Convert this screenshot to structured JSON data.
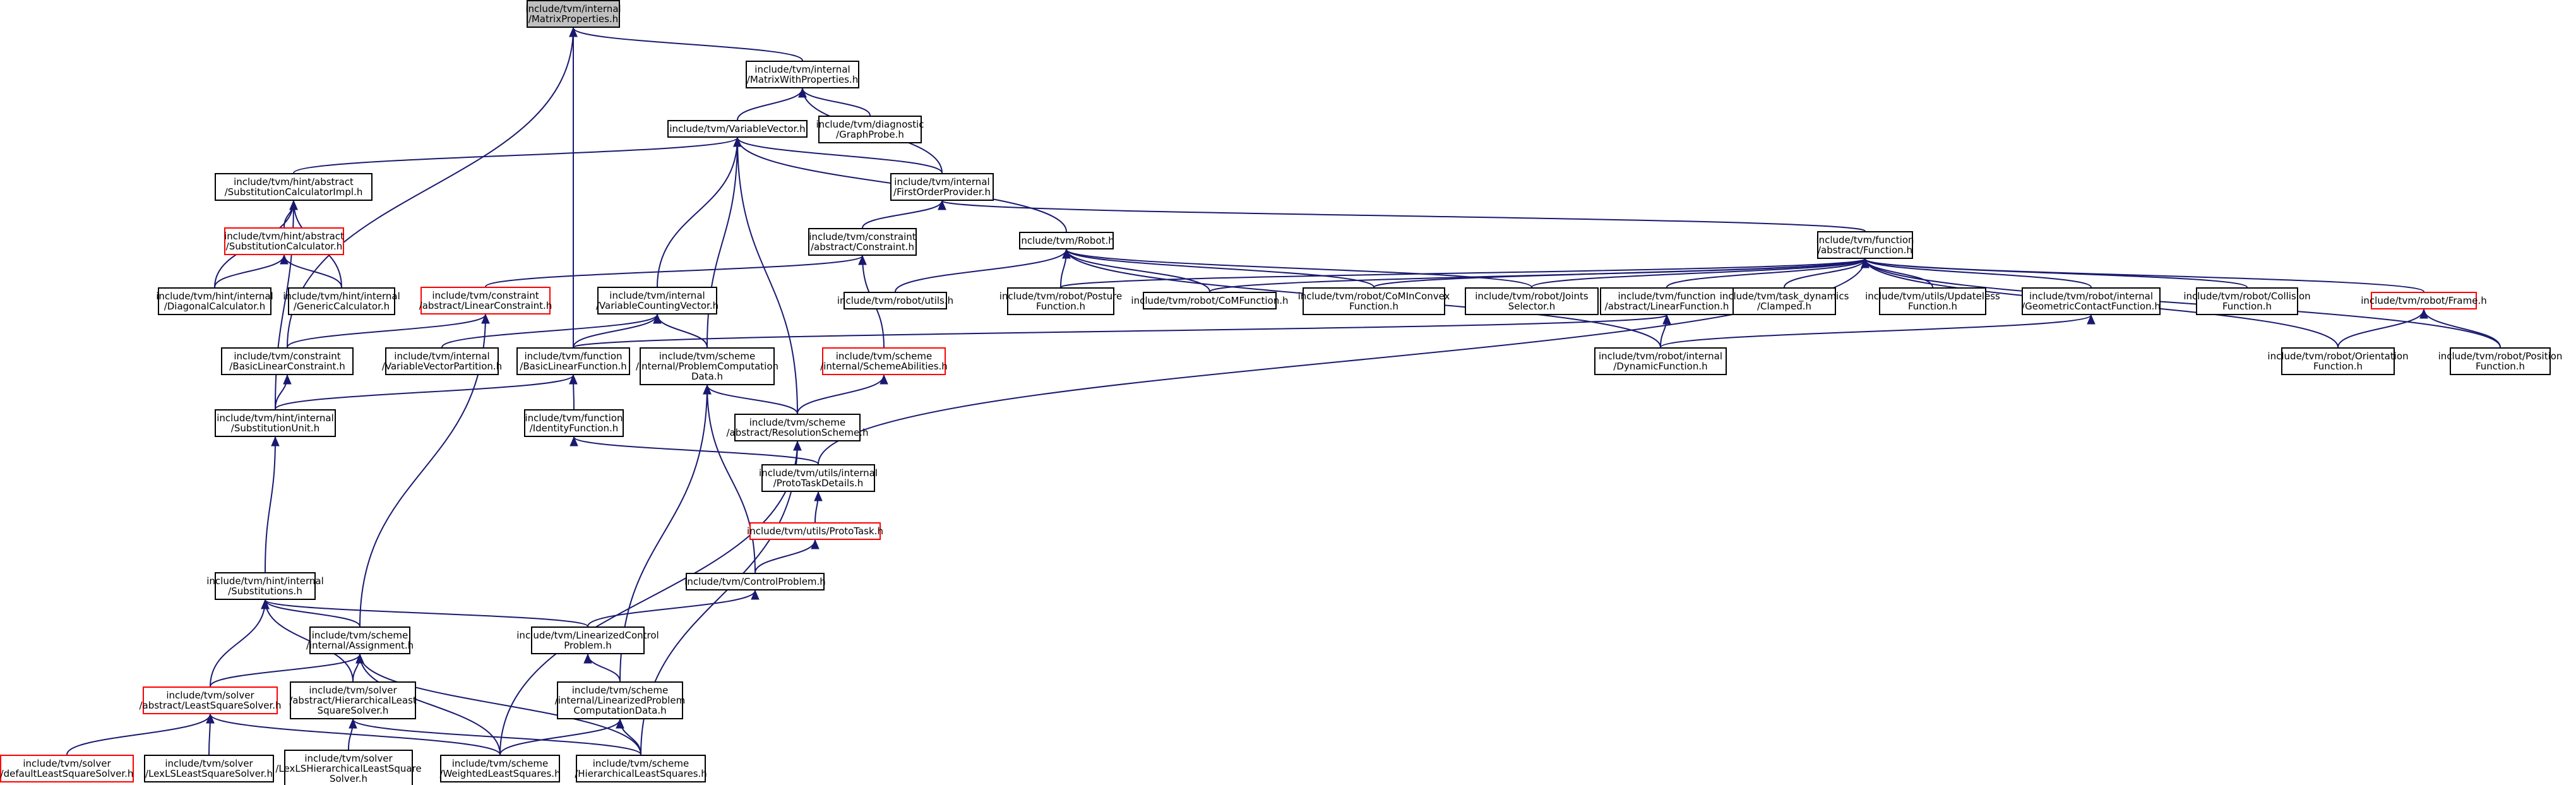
{
  "colors": {
    "edge": "#191970",
    "node_border": "#000000",
    "node_border_truncated": "#ff0000",
    "node_fill": "#ffffff",
    "root_fill": "#bfbfbf",
    "text": "#000000"
  },
  "graph": {
    "nodes": [
      {
        "id": "n0",
        "name": "node-matrix-properties",
        "lines": [
          "include/tvm/internal",
          "/MatrixProperties.h"
        ],
        "root": true
      },
      {
        "id": "n1",
        "name": "node-matrix-with-properties",
        "lines": [
          "include/tvm/internal",
          "/MatrixWithProperties.h"
        ]
      },
      {
        "id": "n2",
        "name": "node-variable-vector",
        "lines": [
          "include/tvm/VariableVector.h"
        ]
      },
      {
        "id": "n3",
        "name": "node-graph-probe",
        "lines": [
          "include/tvm/diagnostic",
          "/GraphProbe.h"
        ]
      },
      {
        "id": "n4",
        "name": "node-substitution-calculator-impl",
        "lines": [
          "include/tvm/hint/abstract",
          "/SubstitutionCalculatorImpl.h"
        ]
      },
      {
        "id": "n5",
        "name": "node-first-order-provider",
        "lines": [
          "include/tvm/internal",
          "/FirstOrderProvider.h"
        ]
      },
      {
        "id": "n6",
        "name": "node-substitution-calculator",
        "lines": [
          "include/tvm/hint/abstract",
          "/SubstitutionCalculator.h"
        ],
        "red": true
      },
      {
        "id": "n7",
        "name": "node-diagonal-calculator",
        "lines": [
          "include/tvm/hint/internal",
          "/DiagonalCalculator.h"
        ]
      },
      {
        "id": "n8",
        "name": "node-generic-calculator",
        "lines": [
          "include/tvm/hint/internal",
          "/GenericCalculator.h"
        ]
      },
      {
        "id": "n9",
        "name": "node-abstract-constraint",
        "lines": [
          "include/tvm/constraint",
          "/abstract/Constraint.h"
        ]
      },
      {
        "id": "n10",
        "name": "node-robot",
        "lines": [
          "include/tvm/Robot.h"
        ]
      },
      {
        "id": "n11",
        "name": "node-abstract-function",
        "lines": [
          "include/tvm/function",
          "/abstract/Function.h"
        ]
      },
      {
        "id": "n12",
        "name": "node-abstract-linear-constraint",
        "lines": [
          "include/tvm/constraint",
          "/abstract/LinearConstraint.h"
        ],
        "red": true
      },
      {
        "id": "n13",
        "name": "node-variable-counting-vector",
        "lines": [
          "include/tvm/internal",
          "/VariableCountingVector.h"
        ]
      },
      {
        "id": "n14",
        "name": "node-robot-utils",
        "lines": [
          "include/tvm/robot/utils.h"
        ]
      },
      {
        "id": "n15",
        "name": "node-posture-function",
        "lines": [
          "include/tvm/robot/Posture",
          "Function.h"
        ]
      },
      {
        "id": "n16",
        "name": "node-com-function",
        "lines": [
          "include/tvm/robot/CoMFunction.h"
        ]
      },
      {
        "id": "n17",
        "name": "node-com-in-convex-function",
        "lines": [
          "include/tvm/robot/CoMInConvex",
          "Function.h"
        ]
      },
      {
        "id": "n18",
        "name": "node-joints-selector",
        "lines": [
          "include/tvm/robot/Joints",
          "Selector.h"
        ]
      },
      {
        "id": "n19",
        "name": "node-abstract-linear-function",
        "lines": [
          "include/tvm/function",
          "/abstract/LinearFunction.h"
        ]
      },
      {
        "id": "n20",
        "name": "node-clamped",
        "lines": [
          "include/tvm/task_dynamics",
          "/Clamped.h"
        ]
      },
      {
        "id": "n21",
        "name": "node-updateless-function",
        "lines": [
          "include/tvm/utils/Updateless",
          "Function.h"
        ]
      },
      {
        "id": "n22",
        "name": "node-geometric-contact-function",
        "lines": [
          "include/tvm/robot/internal",
          "/GeometricContactFunction.h"
        ]
      },
      {
        "id": "n23",
        "name": "node-collision-function",
        "lines": [
          "include/tvm/robot/Collision",
          "Function.h"
        ]
      },
      {
        "id": "n24",
        "name": "node-frame",
        "lines": [
          "include/tvm/robot/Frame.h"
        ],
        "red": true
      },
      {
        "id": "n25",
        "name": "node-basic-linear-constraint",
        "lines": [
          "include/tvm/constraint",
          "/BasicLinearConstraint.h"
        ]
      },
      {
        "id": "n26",
        "name": "node-variable-vector-partition",
        "lines": [
          "include/tvm/internal",
          "/VariableVectorPartition.h"
        ]
      },
      {
        "id": "n27",
        "name": "node-basic-linear-function",
        "lines": [
          "include/tvm/function",
          "/BasicLinearFunction.h"
        ]
      },
      {
        "id": "n28",
        "name": "node-problem-computation-data",
        "lines": [
          "include/tvm/scheme",
          "/internal/ProblemComputation",
          "Data.h"
        ]
      },
      {
        "id": "n29",
        "name": "node-scheme-abilities",
        "lines": [
          "include/tvm/scheme",
          "/internal/SchemeAbilities.h"
        ],
        "red": true
      },
      {
        "id": "n30",
        "name": "node-dynamic-function",
        "lines": [
          "include/tvm/robot/internal",
          "/DynamicFunction.h"
        ]
      },
      {
        "id": "n31",
        "name": "node-orientation-function",
        "lines": [
          "include/tvm/robot/Orientation",
          "Function.h"
        ]
      },
      {
        "id": "n32",
        "name": "node-position-function",
        "lines": [
          "include/tvm/robot/Position",
          "Function.h"
        ]
      },
      {
        "id": "n33",
        "name": "node-substitution-unit",
        "lines": [
          "include/tvm/hint/internal",
          "/SubstitutionUnit.h"
        ]
      },
      {
        "id": "n34",
        "name": "node-identity-function",
        "lines": [
          "include/tvm/function",
          "/IdentityFunction.h"
        ]
      },
      {
        "id": "n35",
        "name": "node-resolution-scheme",
        "lines": [
          "include/tvm/scheme",
          "/abstract/ResolutionScheme.h"
        ]
      },
      {
        "id": "n36",
        "name": "node-proto-task-details",
        "lines": [
          "include/tvm/utils/internal",
          "/ProtoTaskDetails.h"
        ]
      },
      {
        "id": "n37",
        "name": "node-proto-task",
        "lines": [
          "include/tvm/utils/ProtoTask.h"
        ],
        "red": true
      },
      {
        "id": "n38",
        "name": "node-control-problem",
        "lines": [
          "include/tvm/ControlProblem.h"
        ]
      },
      {
        "id": "n39",
        "name": "node-substitutions",
        "lines": [
          "include/tvm/hint/internal",
          "/Substitutions.h"
        ]
      },
      {
        "id": "n40",
        "name": "node-assignment",
        "lines": [
          "include/tvm/scheme",
          "/internal/Assignment.h"
        ]
      },
      {
        "id": "n41",
        "name": "node-linearized-control-problem",
        "lines": [
          "include/tvm/LinearizedControl",
          "Problem.h"
        ]
      },
      {
        "id": "n42",
        "name": "node-least-square-solver",
        "lines": [
          "include/tvm/solver",
          "/abstract/LeastSquareSolver.h"
        ],
        "red": true
      },
      {
        "id": "n43",
        "name": "node-hierarchical-least-square-solver",
        "lines": [
          "include/tvm/solver",
          "/abstract/HierarchicalLeast",
          "SquareSolver.h"
        ]
      },
      {
        "id": "n44",
        "name": "node-linearized-problem-computation-data",
        "lines": [
          "include/tvm/scheme",
          "/internal/LinearizedProblem",
          "ComputationData.h"
        ]
      },
      {
        "id": "n45",
        "name": "node-default-least-square-solver",
        "lines": [
          "include/tvm/solver",
          "/defaultLeastSquareSolver.h"
        ],
        "red": true
      },
      {
        "id": "n46",
        "name": "node-lexls-least-square-solver",
        "lines": [
          "include/tvm/solver",
          "/LexLSLeastSquareSolver.h"
        ]
      },
      {
        "id": "n47",
        "name": "node-lexls-hierarchical-least-square-solver",
        "lines": [
          "include/tvm/solver",
          "/LexLSHierarchicalLeastSquare",
          "Solver.h"
        ]
      },
      {
        "id": "n48",
        "name": "node-weighted-least-squares",
        "lines": [
          "include/tvm/scheme",
          "/WeightedLeastSquares.h"
        ]
      },
      {
        "id": "n49",
        "name": "node-hierarchical-least-squares",
        "lines": [
          "include/tvm/scheme",
          "/HierarchicalLeastSquares.h"
        ]
      }
    ],
    "edges": [
      [
        "n1",
        "n0"
      ],
      [
        "n25",
        "n0"
      ],
      [
        "n27",
        "n0"
      ],
      [
        "n2",
        "n1"
      ],
      [
        "n3",
        "n1"
      ],
      [
        "n5",
        "n1"
      ],
      [
        "n4",
        "n2"
      ],
      [
        "n5",
        "n2"
      ],
      [
        "n10",
        "n2"
      ],
      [
        "n13",
        "n2"
      ],
      [
        "n28",
        "n2"
      ],
      [
        "n35",
        "n2"
      ],
      [
        "n7",
        "n4"
      ],
      [
        "n8",
        "n4"
      ],
      [
        "n6",
        "n4"
      ],
      [
        "n33",
        "n4"
      ],
      [
        "n7",
        "n6"
      ],
      [
        "n8",
        "n6"
      ],
      [
        "n9",
        "n5"
      ],
      [
        "n11",
        "n5"
      ],
      [
        "n12",
        "n9"
      ],
      [
        "n29",
        "n9"
      ],
      [
        "n25",
        "n12"
      ],
      [
        "n40",
        "n12"
      ],
      [
        "n26",
        "n13"
      ],
      [
        "n27",
        "n13"
      ],
      [
        "n28",
        "n13"
      ],
      [
        "n14",
        "n10"
      ],
      [
        "n15",
        "n10"
      ],
      [
        "n16",
        "n10"
      ],
      [
        "n17",
        "n10"
      ],
      [
        "n18",
        "n10"
      ],
      [
        "n30",
        "n10"
      ],
      [
        "n16",
        "n11"
      ],
      [
        "n17",
        "n11"
      ],
      [
        "n18",
        "n11"
      ],
      [
        "n19",
        "n11"
      ],
      [
        "n20",
        "n11"
      ],
      [
        "n21",
        "n11"
      ],
      [
        "n22",
        "n11"
      ],
      [
        "n23",
        "n11"
      ],
      [
        "n24",
        "n11"
      ],
      [
        "n31",
        "n11"
      ],
      [
        "n32",
        "n11"
      ],
      [
        "n36",
        "n11"
      ],
      [
        "n15",
        "n11"
      ],
      [
        "n27",
        "n19"
      ],
      [
        "n30",
        "n19"
      ],
      [
        "n30",
        "n22"
      ],
      [
        "n31",
        "n24"
      ],
      [
        "n32",
        "n24"
      ],
      [
        "n33",
        "n25"
      ],
      [
        "n33",
        "n27"
      ],
      [
        "n34",
        "n27"
      ],
      [
        "n35",
        "n28"
      ],
      [
        "n38",
        "n28"
      ],
      [
        "n44",
        "n28"
      ],
      [
        "n35",
        "n29"
      ],
      [
        "n36",
        "n34"
      ],
      [
        "n48",
        "n35"
      ],
      [
        "n49",
        "n35"
      ],
      [
        "n37",
        "n36"
      ],
      [
        "n38",
        "n37"
      ],
      [
        "n41",
        "n38"
      ],
      [
        "n39",
        "n33"
      ],
      [
        "n40",
        "n39"
      ],
      [
        "n41",
        "n39"
      ],
      [
        "n42",
        "n39"
      ],
      [
        "n43",
        "n39"
      ],
      [
        "n42",
        "n40"
      ],
      [
        "n43",
        "n40"
      ],
      [
        "n48",
        "n40"
      ],
      [
        "n49",
        "n40"
      ],
      [
        "n44",
        "n41"
      ],
      [
        "n45",
        "n42"
      ],
      [
        "n46",
        "n42"
      ],
      [
        "n48",
        "n42"
      ],
      [
        "n47",
        "n43"
      ],
      [
        "n49",
        "n43"
      ],
      [
        "n48",
        "n44"
      ],
      [
        "n49",
        "n44"
      ]
    ]
  }
}
